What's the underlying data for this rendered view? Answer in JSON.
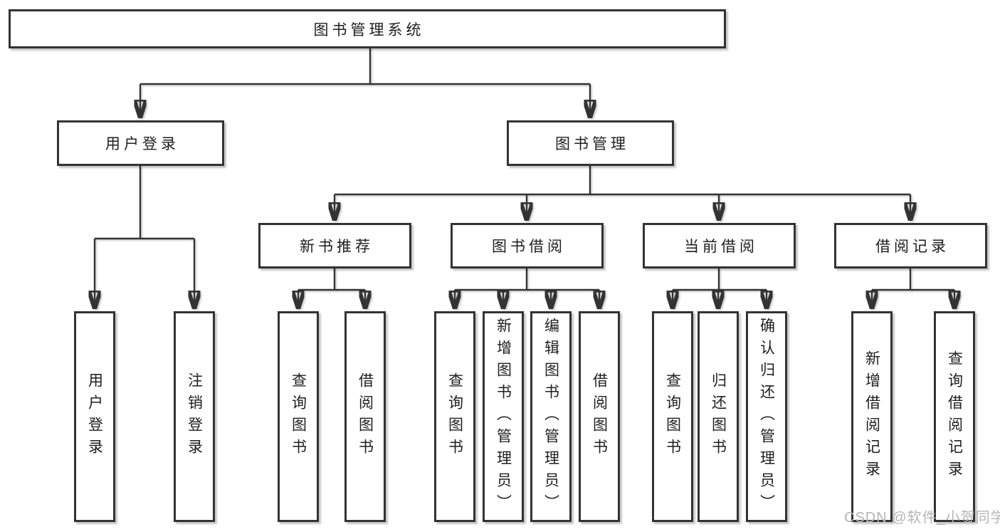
{
  "root": {
    "label": "图书管理系统"
  },
  "level1": [
    {
      "label": "用户登录"
    },
    {
      "label": "图书管理"
    }
  ],
  "level2": [
    {
      "label": "新书推荐"
    },
    {
      "label": "图书借阅"
    },
    {
      "label": "当前借阅"
    },
    {
      "label": "借阅记录"
    }
  ],
  "leaves": [
    {
      "label": "用户登录"
    },
    {
      "label": "注销登录"
    },
    {
      "label": "查询图书"
    },
    {
      "label": "借阅图书"
    },
    {
      "label": "查询图书"
    },
    {
      "label": "新增图书（管理员）"
    },
    {
      "label": "编辑图书（管理员）"
    },
    {
      "label": "借阅图书"
    },
    {
      "label": "查询图书"
    },
    {
      "label": "归还图书"
    },
    {
      "label": "确认归还（管理员）"
    },
    {
      "label": "新增借阅记录"
    },
    {
      "label": "查询借阅记录"
    }
  ],
  "watermark": {
    "text": "CSDN @软件_小贺同学"
  },
  "colors": {
    "line": "#333333",
    "box_border": "#333333",
    "box_fill": "#ffffff",
    "text": "#1e1e1e",
    "watermark": "#b5b5b5",
    "background": "#ffffff"
  }
}
